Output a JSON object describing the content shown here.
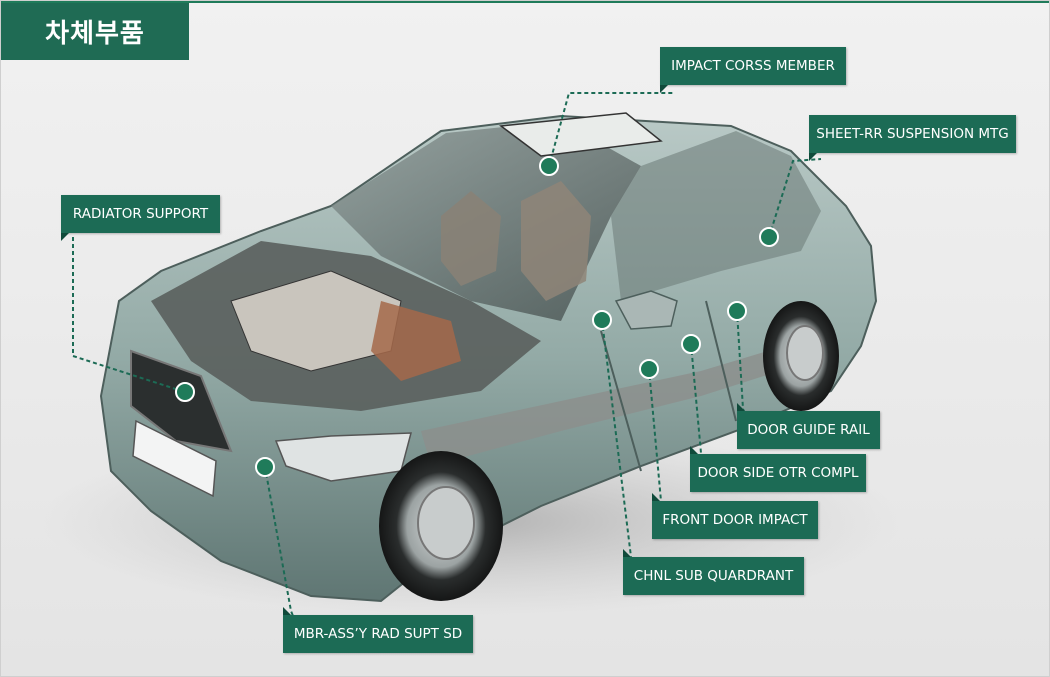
{
  "title": "차체부품",
  "colors": {
    "accent": "#1c6b55",
    "dot": "#1f7b5a"
  },
  "parts": [
    {
      "id": "impact-corss-member",
      "label": "IMPACT CORSS MEMBER"
    },
    {
      "id": "sheet-rr-suspension-mtg",
      "label": "SHEET-RR SUSPENSION MTG"
    },
    {
      "id": "radiator-support",
      "label": "RADIATOR SUPPORT"
    },
    {
      "id": "door-guide-rail",
      "label": "DOOR GUIDE RAIL"
    },
    {
      "id": "door-side-otr-compl",
      "label": "DOOR SIDE OTR COMPL"
    },
    {
      "id": "front-door-impact",
      "label": "FRONT DOOR IMPACT"
    },
    {
      "id": "chnl-sub-quardrant",
      "label": "CHNL SUB QUARDRANT"
    },
    {
      "id": "mbr-assy-rad-supt-sd",
      "label": "MBR-ASS’Y RAD SUPT SD"
    }
  ]
}
